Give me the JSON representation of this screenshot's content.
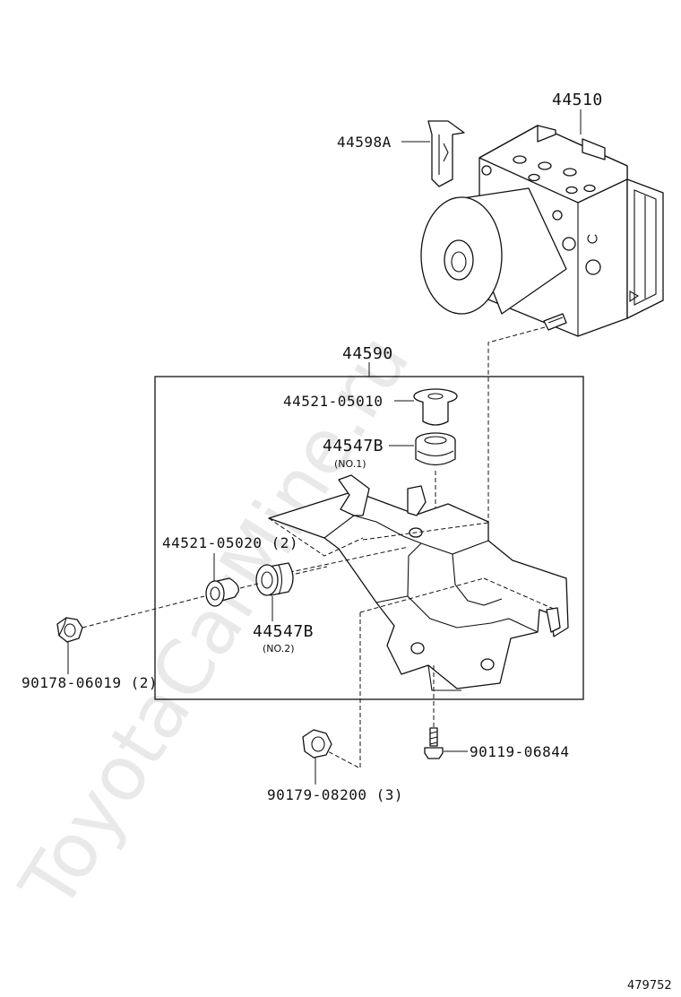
{
  "watermark": "ToyotaCarMine.ru",
  "diagram_ref": "479752",
  "parts": {
    "actuator": "44510",
    "clip": "44598A",
    "bracket_assy": "44590",
    "collar_top": "44521-05010",
    "cushion_no1": "44547B",
    "cushion_no1_note": "(NO.1)",
    "collar_side": "44521-05020 (2)",
    "cushion_no2": "44547B",
    "cushion_no2_note": "(NO.2)",
    "nut_left": "90178-06019 (2)",
    "nut_bottom": "90179-08200 (3)",
    "bolt": "90119-06844"
  }
}
